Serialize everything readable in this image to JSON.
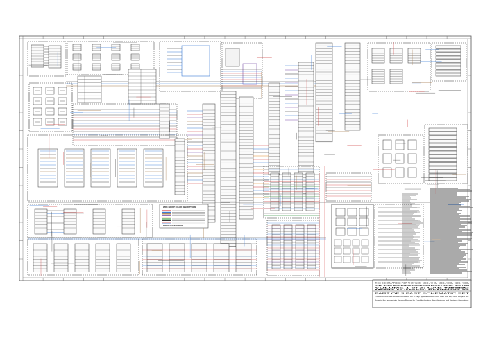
{
  "title_block": {
    "line1": "THIS SCHEMATIC IS FOR THE 416D, 420D, 424D, 428D, 430D, 432D, 438D,",
    "line2": "AND 442D BACKHOE LOADERS ELECTRICAL SYSTEM",
    "line3": "VOLUME 1 of 2: CAB WIRING",
    "line4": "MEDIA NUMBER: RENR7797-03",
    "line5": "PART OF 3 PART SCHEMATIC SET",
    "line6": "Components are shown installed on a fully operable machine with the key and engine off.",
    "line7": "Refer to the appropriate Service Manual for Troubleshooting, Specifications and Systems Operations."
  },
  "wire_legend": {
    "title": "WIRE GROUP COLOR DESCRIPTIONS",
    "subtitle": "SYMBOLS DESCRIPTION"
  },
  "colors": {
    "wire": "#333333",
    "blue": "#3a7bd5",
    "red": "#d04040",
    "brown": "#9b6b3a",
    "purple": "#7a4ea8",
    "orange": "#e08a2c",
    "green": "#3c9a4a",
    "border": "#555555"
  }
}
